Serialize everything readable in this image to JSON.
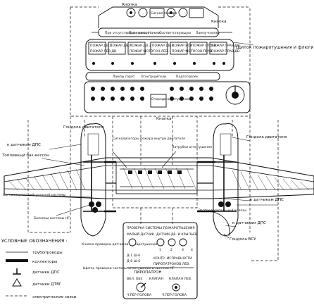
{
  "panel_top": {
    "button_left": "Кнопка",
    "button_right": "Кнопка",
    "signal_fire": "Сигнал пожара",
    "signal_strip": [
      "При отсутствии сигнала",
      "При пожаре",
      "Нажми",
      "Соответствующую",
      "Лампу-кнопку"
    ],
    "fire_eng": [
      "ПОЖАР ДВ.1",
      "ПОЖАР ДВ.2",
      "ПОЖАР ДВ.3",
      "ПОЖАР ДВ.4",
      "ПОЖАР ВСУ",
      "ПОЖАР ОТСЕК"
    ],
    "engine_fire": [
      "ПОЖАР ЛЕВ.ДВ.",
      "ПОЖАР МОТОГОН.ЛЕВ.",
      "ПОЖАР МОТОГОН.ПРАВ.",
      "ПОЖАР ПРАВ.ДВ.",
      "ПОЖАР ПРАВ.ДВ."
    ],
    "extinguisher_strip": [
      "Лампы горят",
      "Огнетушители",
      "Подготовлен"
    ],
    "queue_label": "Очереди огнетушения",
    "bottom_button": "Кнопка",
    "shield_label": "Щиток пожаротушения и флюгирования"
  },
  "labels": {
    "left_gondola": "Гондола двигателя",
    "right_gondola": "Гондола двигателя",
    "to_dps_left": "к датчикам ДПС",
    "fuel_tank": "Топливный бак-кессон",
    "fire_warning": "Сигнализаторы пожара внутри двигателя",
    "nozzles": "Патрубки огнетушения",
    "to_dps_right": "к датчикам ДПС",
    "distributor_valve": "Распределительный клапан",
    "to_dps_bottom": "к датчикам ДПС",
    "apu_gondola": "Гондола ВСУ",
    "ng_signal": "Сигнализатор нейтральной системы",
    "ng_cylinders": "Баллоны системы НГ",
    "check_button": "Кнопка проверки датчиков пожаротушения",
    "ng_panel": "Щиток проверки системы огнетушения в системе НГ"
  },
  "check_panel": {
    "title": "ПРОВЕРКА СИСТЕМЫ ПОЖАРОТУШЕНИЯ",
    "row1": [
      "МАЛЫЙ ДАТЧИК",
      "ДАТЧИК ДВ. И КРЫЛЬЕВ"
    ],
    "numbers": [
      "1",
      "2",
      "3",
      "4"
    ],
    "switch_labels": [
      "Д-1 Ш-6",
      "Д-6 Ш-6"
    ],
    "ng_title": "ПИРОПАТРОН",
    "ng_row": [
      "ВКЛ. ОБЗ",
      "КЛАПАН",
      "КЛАПАН ЛЕВ."
    ],
    "right_text": [
      "КОНТР. ИСПРАВНОСТИ",
      "ПИРОПАТРОНОВ ЛЕВ."
    ],
    "bottom": [
      "Ч.ПЕР.ГОЛОВА",
      "Ч.ПЕР.ГОЛОВА"
    ]
  },
  "legend": {
    "title": "УСЛОВНЫЕ ОБОЗНАЧЕНИЯ :",
    "items": [
      "трубопроводы",
      "коллекторы",
      "датчики ДПС",
      "датчики ДТВГ",
      "электрические связи"
    ]
  }
}
